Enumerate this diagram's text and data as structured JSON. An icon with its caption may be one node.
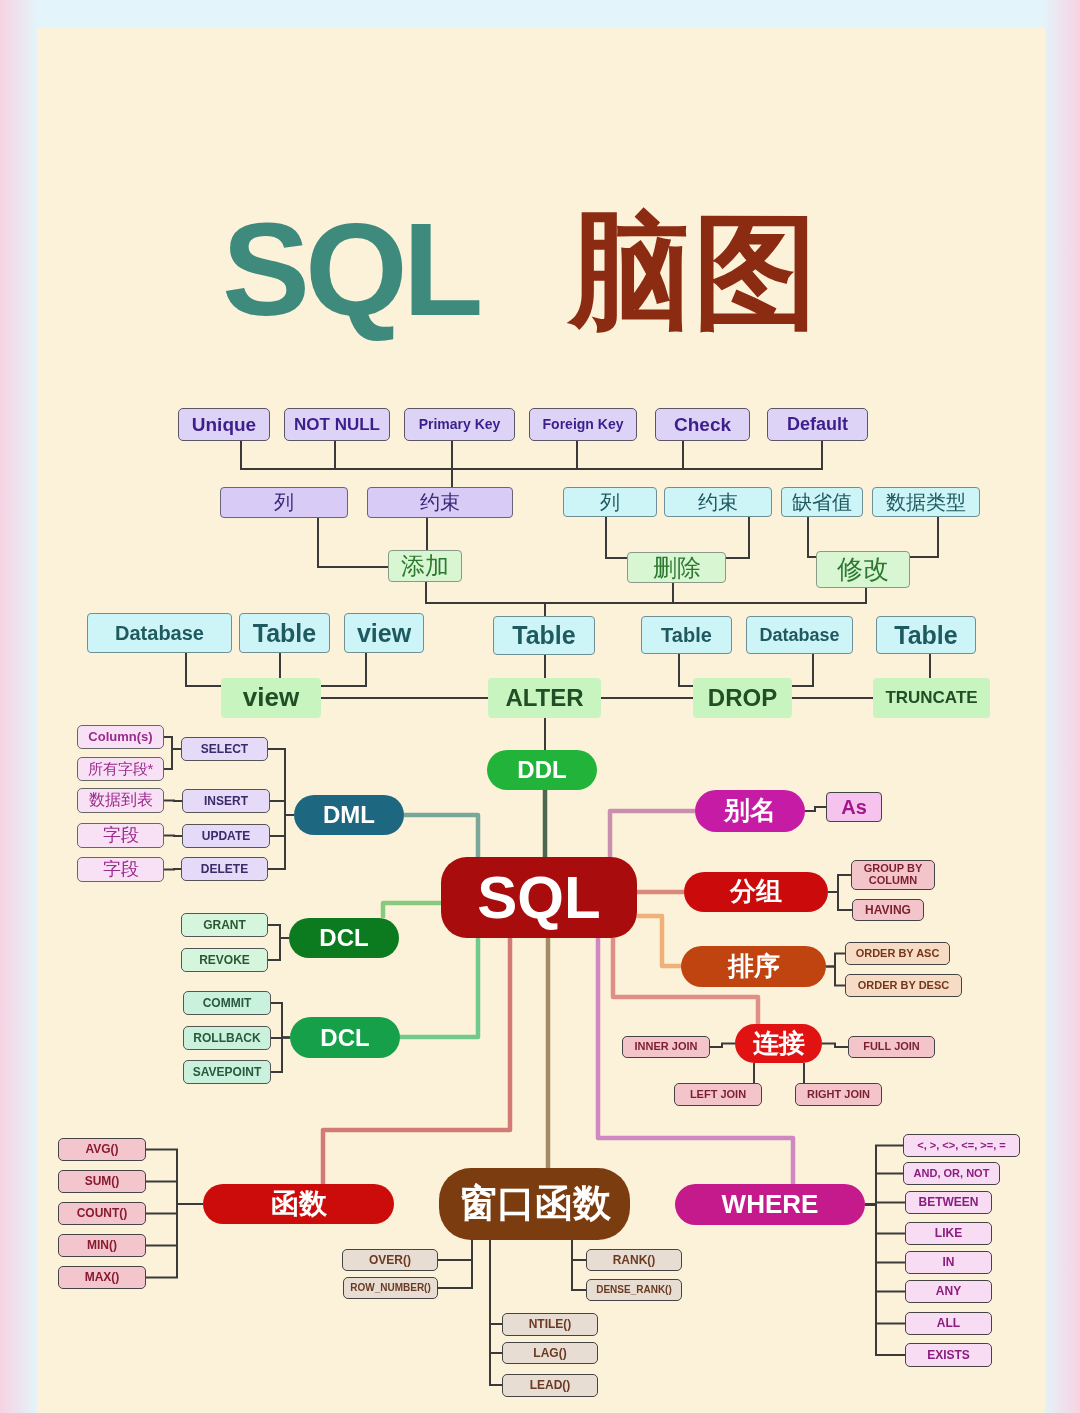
{
  "diagram": {
    "title": "SQL 脑图",
    "nodes": [
      {
        "text": [
          "Unique"
        ]
      },
      {
        "text": [
          "NOT NULL"
        ]
      },
      {
        "text": [
          "Primary Key"
        ]
      },
      {
        "text": [
          "Foreign Key"
        ]
      },
      {
        "text": [
          "Check"
        ]
      },
      {
        "text": [
          "Default"
        ]
      },
      {
        "text": [
          "列"
        ]
      },
      {
        "text": [
          "约束"
        ]
      },
      {
        "text": [
          "列"
        ]
      },
      {
        "text": [
          "约束"
        ]
      },
      {
        "text": [
          "缺省值"
        ]
      },
      {
        "text": [
          "数据类型"
        ]
      },
      {
        "text": [
          "添加"
        ]
      },
      {
        "text": [
          "删除"
        ]
      },
      {
        "text": [
          "修改"
        ]
      },
      {
        "text": [
          "Database"
        ]
      },
      {
        "text": [
          "Table"
        ]
      },
      {
        "text": [
          "view"
        ]
      },
      {
        "text": [
          "Table"
        ]
      },
      {
        "text": [
          "Table"
        ]
      },
      {
        "text": [
          "Database"
        ]
      },
      {
        "text": [
          "Table"
        ]
      },
      {
        "text": [
          "view"
        ]
      },
      {
        "text": [
          "ALTER"
        ]
      },
      {
        "text": [
          "DROP"
        ]
      },
      {
        "text": [
          "TRUNCATE"
        ]
      },
      {
        "text": [
          "DDL"
        ]
      },
      {
        "text": [
          "SQL"
        ]
      },
      {
        "text": [
          "DML"
        ]
      },
      {
        "text": [
          "SELECT"
        ]
      },
      {
        "text": [
          "INSERT"
        ]
      },
      {
        "text": [
          "UPDATE"
        ]
      },
      {
        "text": [
          "DELETE"
        ]
      },
      {
        "text": [
          "Column(s)"
        ]
      },
      {
        "text": [
          "所有字段*"
        ]
      },
      {
        "text": [
          "数据到表"
        ]
      },
      {
        "text": [
          "字段"
        ]
      },
      {
        "text": [
          "字段"
        ]
      },
      {
        "text": [
          "DCL"
        ]
      },
      {
        "text": [
          "GRANT"
        ]
      },
      {
        "text": [
          "REVOKE"
        ]
      },
      {
        "text": [
          "DCL"
        ]
      },
      {
        "text": [
          "COMMIT"
        ]
      },
      {
        "text": [
          "ROLLBACK"
        ]
      },
      {
        "text": [
          "SAVEPOINT"
        ]
      },
      {
        "text": [
          "别名"
        ]
      },
      {
        "text": [
          "As"
        ]
      },
      {
        "text": [
          "分组"
        ]
      },
      {
        "text": [
          "GROUP BY COLUMN"
        ]
      },
      {
        "text": [
          "HAVING"
        ]
      },
      {
        "text": [
          "排序"
        ]
      },
      {
        "text": [
          "ORDER BY ASC"
        ]
      },
      {
        "text": [
          "ORDER BY DESC"
        ]
      },
      {
        "text": [
          "连接"
        ]
      },
      {
        "text": [
          "INNER JOIN"
        ]
      },
      {
        "text": [
          "FULL JOIN"
        ]
      },
      {
        "text": [
          "LEFT JOIN"
        ]
      },
      {
        "text": [
          "RIGHT JOIN"
        ]
      },
      {
        "text": [
          "函数"
        ]
      },
      {
        "text": [
          "AVG()"
        ]
      },
      {
        "text": [
          "SUM()"
        ]
      },
      {
        "text": [
          "COUNT()"
        ]
      },
      {
        "text": [
          "MIN()"
        ]
      },
      {
        "text": [
          "MAX()"
        ]
      },
      {
        "text": [
          "窗口函数"
        ]
      },
      {
        "text": [
          "OVER()"
        ]
      },
      {
        "text": [
          "ROW_NUMBER()"
        ]
      },
      {
        "text": [
          "RANK()"
        ]
      },
      {
        "text": [
          "DENSE_RANK()"
        ]
      },
      {
        "text": [
          "NTILE()"
        ]
      },
      {
        "text": [
          "LAG()"
        ]
      },
      {
        "text": [
          "LEAD()"
        ]
      },
      {
        "text": [
          "WHERE"
        ]
      },
      {
        "text": [
          "<, >, <>, <=, >=, ="
        ]
      },
      {
        "text": [
          "AND, OR, NOT"
        ]
      },
      {
        "text": [
          "BETWEEN"
        ]
      },
      {
        "text": [
          "LIKE"
        ]
      },
      {
        "text": [
          "IN"
        ]
      },
      {
        "text": [
          "ANY"
        ]
      },
      {
        "text": [
          "ALL"
        ]
      },
      {
        "text": [
          "EXISTS"
        ]
      }
    ],
    "edges": [
      {
        "from": 7,
        "to": 0,
        "arrow": "none"
      },
      {
        "from": 7,
        "to": 1,
        "arrow": "none"
      },
      {
        "from": 7,
        "to": 2,
        "arrow": "none"
      },
      {
        "from": 7,
        "to": 3,
        "arrow": "none"
      },
      {
        "from": 7,
        "to": 4,
        "arrow": "none"
      },
      {
        "from": 7,
        "to": 5,
        "arrow": "none"
      },
      {
        "from": 12,
        "to": 6,
        "arrow": "none"
      },
      {
        "from": 12,
        "to": 7,
        "arrow": "none"
      },
      {
        "from": 13,
        "to": 8,
        "arrow": "none"
      },
      {
        "from": 13,
        "to": 9,
        "arrow": "none"
      },
      {
        "from": 14,
        "to": 10,
        "arrow": "none"
      },
      {
        "from": 14,
        "to": 11,
        "arrow": "none"
      },
      {
        "from": 18,
        "to": 12,
        "arrow": "none"
      },
      {
        "from": 18,
        "to": 13,
        "arrow": "none"
      },
      {
        "from": 18,
        "to": 14,
        "arrow": "none"
      },
      {
        "from": 22,
        "to": 15,
        "arrow": "none"
      },
      {
        "from": 22,
        "to": 16,
        "arrow": "none"
      },
      {
        "from": 22,
        "to": 17,
        "arrow": "none"
      },
      {
        "from": 23,
        "to": 18,
        "arrow": "none"
      },
      {
        "from": 24,
        "to": 19,
        "arrow": "none"
      },
      {
        "from": 24,
        "to": 20,
        "arrow": "none"
      },
      {
        "from": 25,
        "to": 21,
        "arrow": "none"
      },
      {
        "from": 23,
        "to": 22,
        "arrow": "none"
      },
      {
        "from": 23,
        "to": 24,
        "arrow": "none"
      },
      {
        "from": 24,
        "to": 25,
        "arrow": "none"
      },
      {
        "from": 26,
        "to": 23,
        "arrow": "none"
      },
      {
        "from": 27,
        "to": 26,
        "arrow": "none",
        "style": "thick",
        "color": "#4c6650"
      },
      {
        "from": 27,
        "to": 28,
        "arrow": "none",
        "style": "thick",
        "color": "#79a89a"
      },
      {
        "from": 28,
        "to": 29,
        "arrow": "none"
      },
      {
        "from": 28,
        "to": 30,
        "arrow": "none"
      },
      {
        "from": 28,
        "to": 31,
        "arrow": "none"
      },
      {
        "from": 28,
        "to": 32,
        "arrow": "none"
      },
      {
        "from": 29,
        "to": 33,
        "arrow": "none"
      },
      {
        "from": 29,
        "to": 34,
        "arrow": "none"
      },
      {
        "from": 30,
        "to": 35,
        "arrow": "none"
      },
      {
        "from": 31,
        "to": 36,
        "arrow": "none"
      },
      {
        "from": 32,
        "to": 37,
        "arrow": "none"
      },
      {
        "from": 27,
        "to": 38,
        "arrow": "none",
        "style": "thick",
        "color": "#86c97f"
      },
      {
        "from": 38,
        "to": 39,
        "arrow": "none"
      },
      {
        "from": 38,
        "to": 40,
        "arrow": "none"
      },
      {
        "from": 27,
        "to": 41,
        "arrow": "none",
        "style": "thick",
        "color": "#72c98c"
      },
      {
        "from": 41,
        "to": 42,
        "arrow": "none"
      },
      {
        "from": 41,
        "to": 43,
        "arrow": "none"
      },
      {
        "from": 41,
        "to": 44,
        "arrow": "none"
      },
      {
        "from": 27,
        "to": 45,
        "arrow": "none",
        "style": "thick",
        "color": "#c98fae"
      },
      {
        "from": 45,
        "to": 46,
        "arrow": "none"
      },
      {
        "from": 27,
        "to": 47,
        "arrow": "none",
        "style": "thick",
        "color": "#d9897c"
      },
      {
        "from": 47,
        "to": 48,
        "arrow": "none"
      },
      {
        "from": 47,
        "to": 49,
        "arrow": "none"
      },
      {
        "from": 27,
        "to": 50,
        "arrow": "none",
        "style": "thick",
        "color": "#efb07a"
      },
      {
        "from": 50,
        "to": 51,
        "arrow": "none"
      },
      {
        "from": 50,
        "to": 52,
        "arrow": "none"
      },
      {
        "from": 27,
        "to": 53,
        "arrow": "none",
        "style": "thick",
        "color": "#df8f86"
      },
      {
        "from": 53,
        "to": 54,
        "arrow": "none"
      },
      {
        "from": 53,
        "to": 55,
        "arrow": "none"
      },
      {
        "from": 53,
        "to": 56,
        "arrow": "none"
      },
      {
        "from": 53,
        "to": 57,
        "arrow": "none"
      },
      {
        "from": 27,
        "to": 58,
        "arrow": "none",
        "style": "thick",
        "color": "#d27b76"
      },
      {
        "from": 58,
        "to": 59,
        "arrow": "none"
      },
      {
        "from": 58,
        "to": 60,
        "arrow": "none"
      },
      {
        "from": 58,
        "to": 61,
        "arrow": "none"
      },
      {
        "from": 58,
        "to": 62,
        "arrow": "none"
      },
      {
        "from": 58,
        "to": 63,
        "arrow": "none"
      },
      {
        "from": 27,
        "to": 64,
        "arrow": "none",
        "style": "thick",
        "color": "#a38b66"
      },
      {
        "from": 64,
        "to": 65,
        "arrow": "none"
      },
      {
        "from": 64,
        "to": 66,
        "arrow": "none"
      },
      {
        "from": 64,
        "to": 67,
        "arrow": "none"
      },
      {
        "from": 64,
        "to": 68,
        "arrow": "none"
      },
      {
        "from": 64,
        "to": 69,
        "arrow": "none"
      },
      {
        "from": 64,
        "to": 70,
        "arrow": "none"
      },
      {
        "from": 64,
        "to": 71,
        "arrow": "none"
      },
      {
        "from": 27,
        "to": 72,
        "arrow": "none",
        "style": "thick",
        "color": "#cf88c1"
      },
      {
        "from": 72,
        "to": 73,
        "arrow": "none"
      },
      {
        "from": 72,
        "to": 74,
        "arrow": "none"
      },
      {
        "from": 72,
        "to": 75,
        "arrow": "none"
      },
      {
        "from": 72,
        "to": 76,
        "arrow": "none"
      },
      {
        "from": 72,
        "to": 77,
        "arrow": "none"
      },
      {
        "from": 72,
        "to": 78,
        "arrow": "none"
      },
      {
        "from": 72,
        "to": 79,
        "arrow": "none"
      },
      {
        "from": 72,
        "to": 80,
        "arrow": "none"
      }
    ]
  }
}
